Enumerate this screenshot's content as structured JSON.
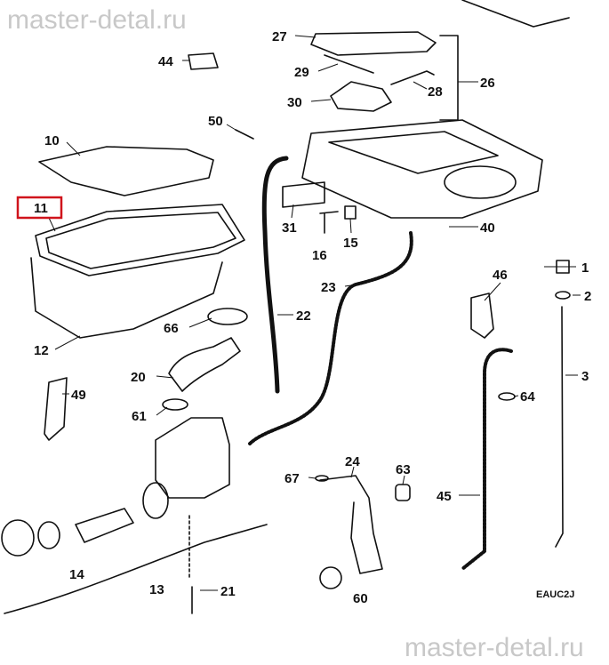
{
  "diagram": {
    "code": "EAUC2J",
    "highlighted_part": "11",
    "highlight_color": "#d0141c",
    "watermark": "master-detal.ru",
    "parts": [
      "27",
      "44",
      "29",
      "28",
      "26",
      "30",
      "50",
      "10",
      "11",
      "31",
      "15",
      "40",
      "16",
      "1",
      "46",
      "2",
      "23",
      "22",
      "66",
      "12",
      "3",
      "64",
      "20",
      "49",
      "61",
      "67",
      "24",
      "63",
      "45",
      "14",
      "13",
      "21",
      "60"
    ]
  }
}
